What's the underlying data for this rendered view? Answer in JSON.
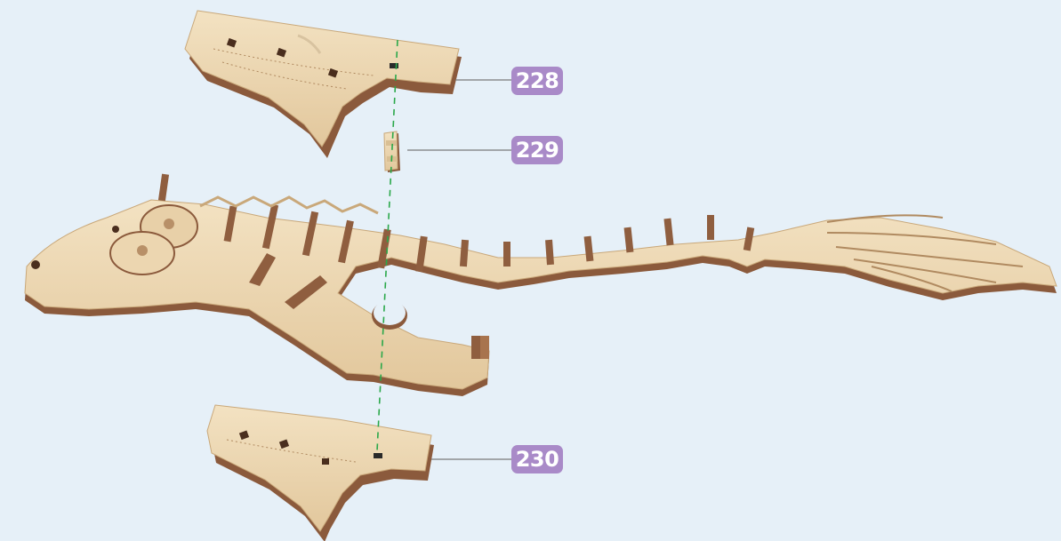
{
  "colors": {
    "background": "#e6f0f8",
    "badge": "#a98ac8",
    "leader_line": "#7a7a7a",
    "alignment_line": "#2aa84a",
    "wood_face": "#ecd6b0",
    "wood_edge": "#8b5a3c",
    "peg": "#8f5e3f"
  },
  "parts": [
    {
      "number": "228",
      "icon": "wooden-top-plate"
    },
    {
      "number": "229",
      "icon": "wooden-connector-peg"
    },
    {
      "number": "230",
      "icon": "wooden-bottom-plate"
    }
  ]
}
